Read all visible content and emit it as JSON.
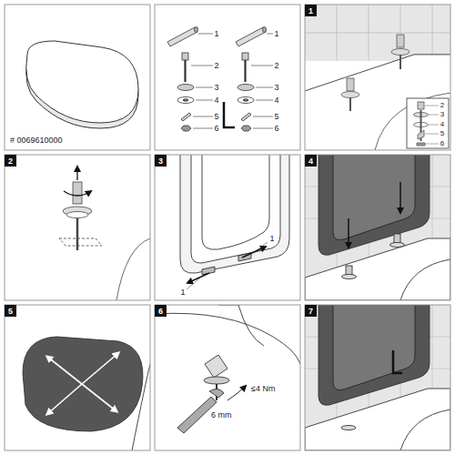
{
  "diagram": {
    "nodes": [
      {
        "text": [
          "1"
        ]
      },
      {
        "text": [
          "2"
        ]
      },
      {
        "text": [
          "3"
        ]
      },
      {
        "text": [
          "4"
        ]
      },
      {
        "text": [
          "5"
        ]
      },
      {
        "text": [
          "6"
        ]
      },
      {
        "text": [
          "7"
        ]
      }
    ],
    "labels": [
      "# 0069610000",
      "1",
      "2",
      "3",
      "4",
      "5",
      "6",
      "1",
      "2",
      "3",
      "4",
      "5",
      "6",
      "2",
      "3",
      "4",
      "5",
      "6",
      "1",
      "1",
      "≤4 Nm",
      "6 mm"
    ]
  }
}
